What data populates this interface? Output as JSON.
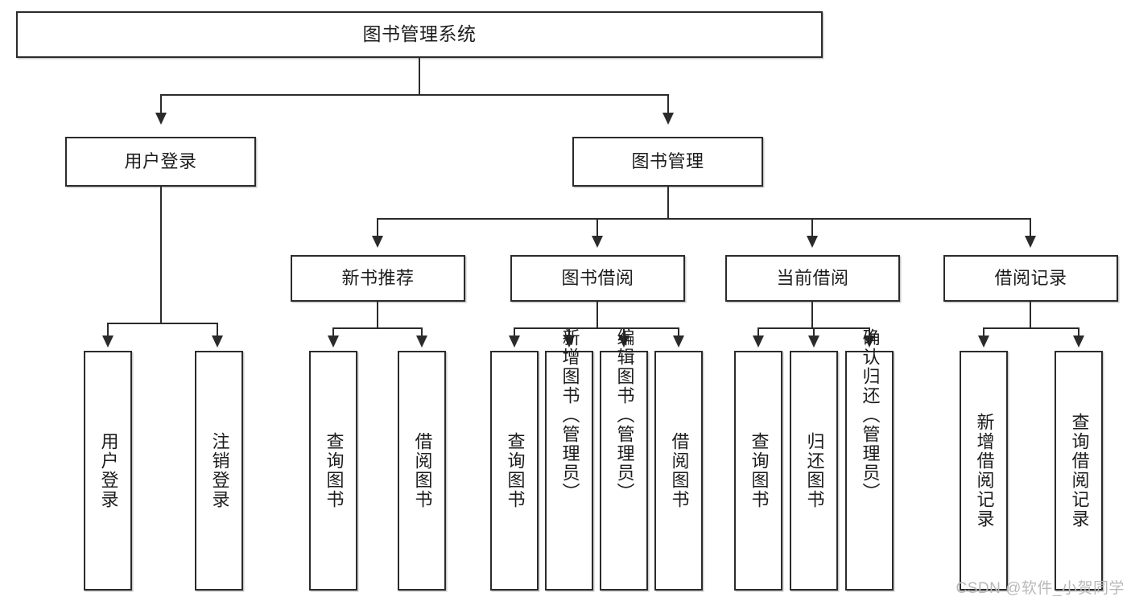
{
  "diagram": {
    "title": "图书管理系统",
    "watermark": "CSDN @软件_小贺同学",
    "colors": {
      "stroke": "#2b2b2b",
      "fill": "#ffffff",
      "text": "#1d1d1d",
      "watermark": "#b9b9b9"
    },
    "nodes": {
      "root": "图书管理系统",
      "level2": {
        "user_login": "用户登录",
        "book_manage": "图书管理"
      },
      "level3": {
        "new_book_rec": "新书推荐",
        "book_borrow": "图书借阅",
        "current_borrow": "当前借阅",
        "borrow_record": "借阅记录"
      },
      "leaves": {
        "user_login_1": "用户登录",
        "user_login_2": "注销登录",
        "new_book_rec_1": "查询图书",
        "new_book_rec_2": "借阅图书",
        "book_borrow_1": "查询图书",
        "book_borrow_2": "新增图书（管理员）",
        "book_borrow_3": "编辑图书（管理员）",
        "book_borrow_4": "借阅图书",
        "current_borrow_1": "查询图书",
        "current_borrow_2": "归还图书",
        "current_borrow_3": "确认归还（管理员）",
        "borrow_record_1": "新增借阅记录",
        "borrow_record_2": "查询借阅记录"
      }
    }
  }
}
